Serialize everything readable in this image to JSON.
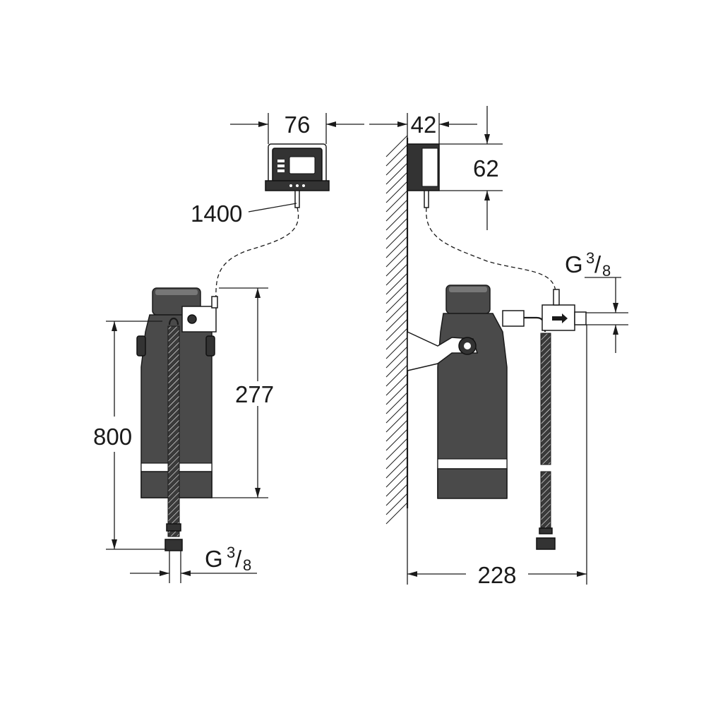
{
  "dimensions": {
    "display_width": "76",
    "display_depth": "42",
    "display_height": "62",
    "cable_length": "1400",
    "filter_head_height": "277",
    "filter_total_height": "800",
    "wall_to_outlet": "228"
  },
  "threads": {
    "inlet": {
      "prefix": "G",
      "numerator": "3",
      "denominator": "8"
    },
    "outlet": {
      "prefix": "G",
      "numerator": "3",
      "denominator": "8"
    }
  }
}
